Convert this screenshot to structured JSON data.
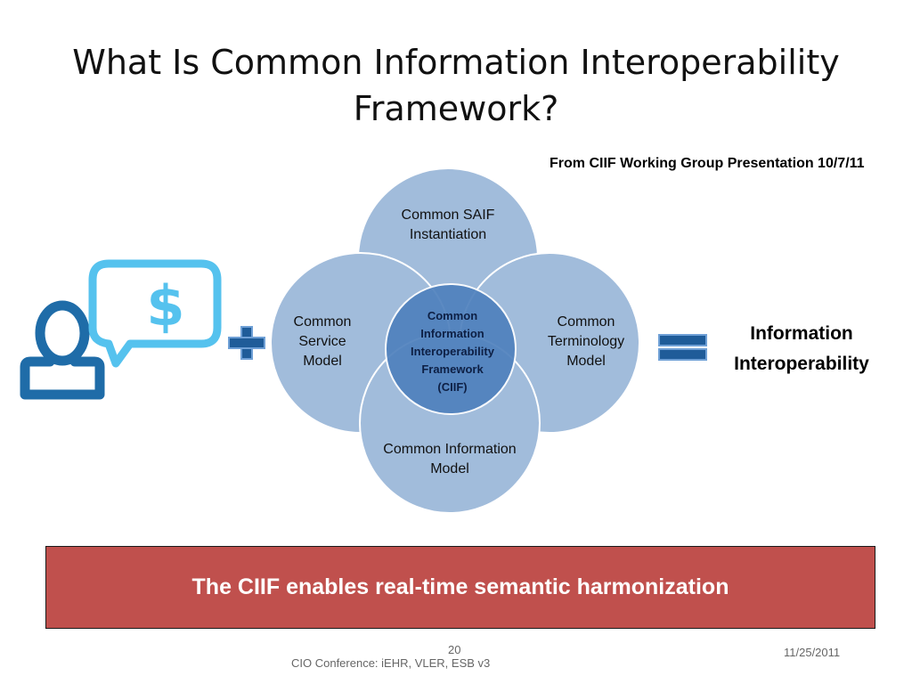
{
  "slide": {
    "title": "What Is Common Information Interoperability Framework?",
    "source_note": "From CIIF Working Group Presentation 10/7/11",
    "diagram": {
      "top": "Common SAIF Instantiation",
      "left": "Common Service Model",
      "right": "Common Terminology Model",
      "bottom": "Common Information Model",
      "center": "Common Information Interoperability Framework (CIIF)"
    },
    "result": "Information Interoperability",
    "banner": "The CIIF enables real-time semantic harmonization",
    "footer": {
      "page_number": "20",
      "conference": "CIO Conference: iEHR, VLER, ESB v3",
      "date": "11/25/2011"
    }
  },
  "icons": [
    "person-icon",
    "dollar-speech-bubble-icon",
    "plus-icon",
    "equals-icon"
  ],
  "colors": {
    "circle_fill": "#95b3d7",
    "center_fill": "#4f81bd",
    "icon_dark_blue": "#1f6ca8",
    "icon_light_blue": "#55c2ee",
    "banner": "#c0504d"
  }
}
